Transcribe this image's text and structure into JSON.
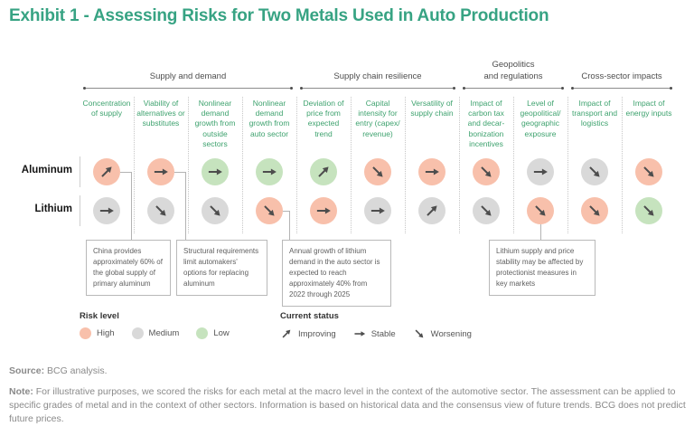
{
  "chart_data": {
    "type": "heatmap",
    "title": "Exhibit 1 - Assessing Risks for Two Metals Used in Auto Production",
    "rows": [
      "Aluminum",
      "Lithium"
    ],
    "columns": [
      "Concentration of supply",
      "Viability of alternatives or substitutes",
      "Nonlinear demand growth from outside sectors",
      "Nonlinear demand growth from auto sector",
      "Deviation of price from expected trend",
      "Capital intensity for entry (capex/ revenue)",
      "Versatility of supply chain",
      "Impact of carbon tax and decar­bonization incentives",
      "Level of geopolitical/ geographic exposure",
      "Impact of transport and logistics",
      "Impact of energy inputs"
    ],
    "column_groups": [
      {
        "label_lines": [
          "Supply and demand"
        ],
        "start": 0,
        "end": 3
      },
      {
        "label_lines": [
          "Supply chain resilience"
        ],
        "start": 4,
        "end": 6
      },
      {
        "label_lines": [
          "Geopolitics",
          "and regulations"
        ],
        "start": 7,
        "end": 8
      },
      {
        "label_lines": [
          "Cross-sector impacts"
        ],
        "start": 9,
        "end": 10
      }
    ],
    "risk_levels": [
      [
        "high",
        "high",
        "low",
        "low",
        "low",
        "high",
        "high",
        "high",
        "medium",
        "medium",
        "high"
      ],
      [
        "medium",
        "medium",
        "medium",
        "high",
        "high",
        "medium",
        "medium",
        "medium",
        "high",
        "high",
        "low"
      ]
    ],
    "status": [
      [
        "improving",
        "stable",
        "stable",
        "stable",
        "improving",
        "worsening",
        "stable",
        "worsening",
        "stable",
        "worsening",
        "worsening"
      ],
      [
        "stable",
        "worsening",
        "worsening",
        "worsening",
        "stable",
        "stable",
        "improving",
        "worsening",
        "worsening",
        "worsening",
        "worsening"
      ]
    ]
  },
  "annotations": [
    "China provides approximately 60% of the global supply of primary aluminum",
    "Structural requirements limit automakers' options for replacing aluminum",
    "Annual growth of lithium demand in the auto sector is expected to reach approximately 40% from 2022 through 2025",
    "Lithium supply and price stability may be affected by protectionist measures in key markets"
  ],
  "legend": {
    "risk_title": "Risk level",
    "risk_items": [
      {
        "label": "High",
        "level": "high"
      },
      {
        "label": "Medium",
        "level": "medium"
      },
      {
        "label": "Low",
        "level": "low"
      }
    ],
    "status_title": "Current status",
    "status_items": [
      {
        "label": "Improving",
        "status": "improving"
      },
      {
        "label": "Stable",
        "status": "stable"
      },
      {
        "label": "Worsening",
        "status": "worsening"
      }
    ]
  },
  "footer": {
    "source_label": "Source:",
    "source_text": "BCG analysis.",
    "note_label": "Note:",
    "note_text": "For illustrative purposes, we scored the risks for each metal at the macro level in the context of the automotive sector. The assessment can be applied to specific grades of metal and in the context of other sectors. Information is based on historical data and the consensus view of future trends. BCG does not predict future prices."
  },
  "colors": {
    "accent": "#37A383",
    "green": "#3EA26E",
    "high": "#F8C0AB",
    "medium": "#D9D9D9",
    "low": "#C6E3BE",
    "arrow": "#4D4D4D"
  }
}
